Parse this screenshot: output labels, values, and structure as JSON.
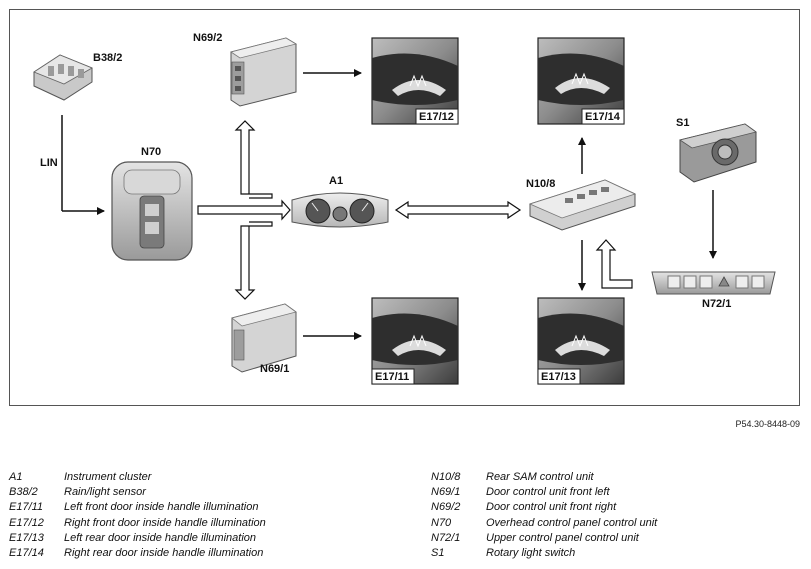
{
  "labels": {
    "b38_2": "B38/2",
    "n69_2": "N69/2",
    "lin": "LIN",
    "n70": "N70",
    "a1": "A1",
    "n10_8": "N10/8",
    "s1": "S1",
    "n69_1": "N69/1",
    "n72_1": "N72/1",
    "e17_12": "E17/12",
    "e17_14": "E17/14",
    "e17_11": "E17/11",
    "e17_13": "E17/13"
  },
  "reference_code": "P54.30-8448-09",
  "legend_left": [
    {
      "code": "A1",
      "desc": "Instrument cluster"
    },
    {
      "code": "B38/2",
      "desc": "Rain/light sensor"
    },
    {
      "code": "E17/11",
      "desc": "Left front door inside handle illumination"
    },
    {
      "code": "E17/12",
      "desc": "Right front door inside handle illumination"
    },
    {
      "code": "E17/13",
      "desc": "Left rear door inside handle illumination"
    },
    {
      "code": "E17/14",
      "desc": "Right rear door inside handle illumination"
    }
  ],
  "legend_right": [
    {
      "code": "N10/8",
      "desc": "Rear SAM control unit"
    },
    {
      "code": "N69/1",
      "desc": "Door control unit front left"
    },
    {
      "code": "N69/2",
      "desc": "Door control unit front right"
    },
    {
      "code": "N70",
      "desc": "Overhead control panel control unit"
    },
    {
      "code": "N72/1",
      "desc": "Upper control panel control unit"
    },
    {
      "code": "S1",
      "desc": "Rotary light switch"
    }
  ]
}
